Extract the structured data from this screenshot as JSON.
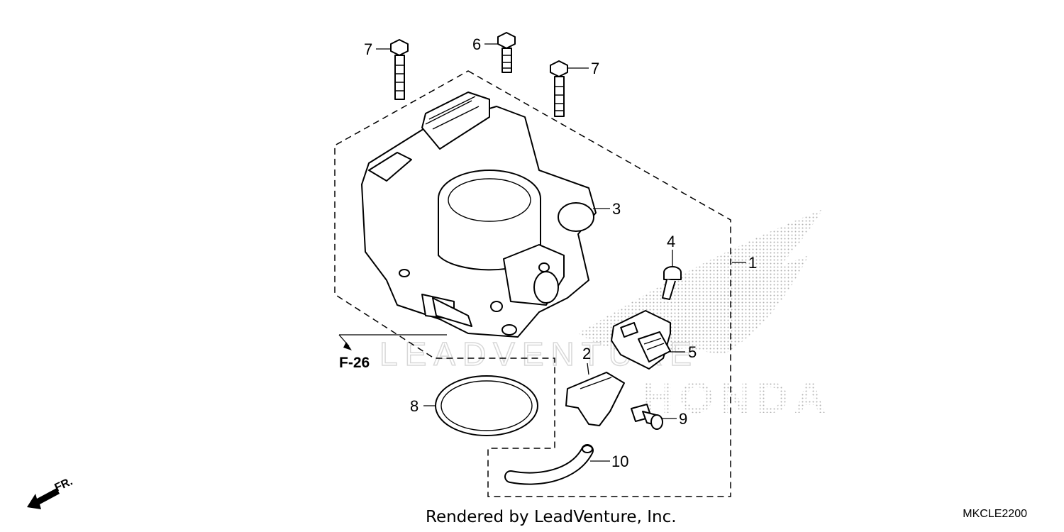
{
  "diagram": {
    "callouts": {
      "c1": "1",
      "c2": "2",
      "c3": "3",
      "c4": "4",
      "c5": "5",
      "c6": "6",
      "c7a": "7",
      "c7b": "7",
      "c8": "8",
      "c9": "9",
      "c10": "10"
    },
    "reference": "F-26",
    "front_indicator": "FR.",
    "watermark_text": "LEADVENTURE",
    "brand_watermark": "HONDA"
  },
  "footer": {
    "credit": "Rendered by LeadVenture, Inc.",
    "diagram_code": "MKCLE2200"
  },
  "colors": {
    "line": "#000000",
    "background": "#ffffff",
    "watermark": "#b0b0b0"
  }
}
